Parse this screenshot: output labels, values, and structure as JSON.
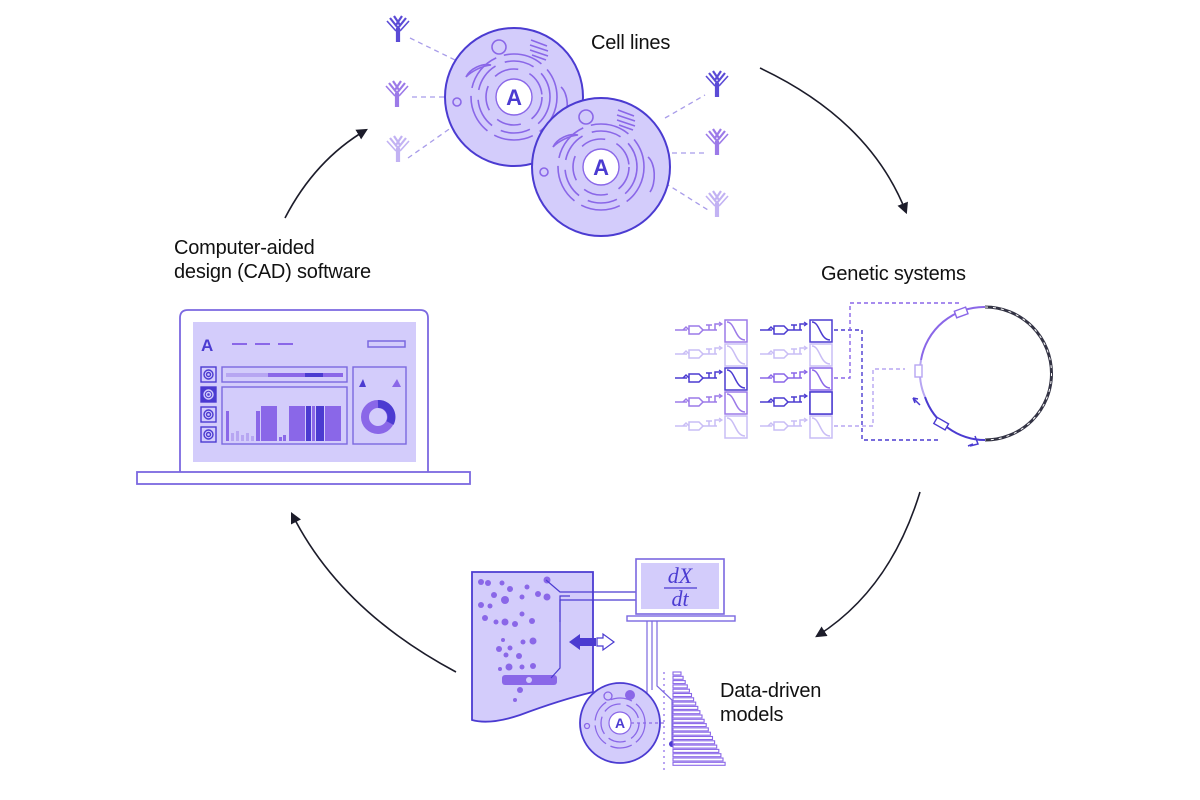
{
  "diagram": {
    "title": "Design-build-test cycle",
    "colors": {
      "primary": "#4b3bd1",
      "mid": "#8a67e8",
      "light": "#b7a6f2",
      "fill": "#d3ccfb",
      "arrow": "#1c1c2a",
      "text": "#111111"
    },
    "stages": [
      {
        "id": "cell-lines",
        "label": "Cell lines",
        "icon": "cell-icon"
      },
      {
        "id": "genetic-systems",
        "label": "Genetic systems",
        "icon": "plasmid-icon"
      },
      {
        "id": "data-driven-models",
        "label_line1": "Data-driven",
        "label_line2": "models",
        "icon": "bioreactor-icon"
      },
      {
        "id": "cad-software",
        "label_line1": "Computer-aided",
        "label_line2": "design (CAD) software",
        "icon": "laptop-icon"
      }
    ],
    "model": {
      "numerator": "dX",
      "denominator": "dt"
    },
    "logo_letter": "A",
    "flow": [
      "cell-lines",
      "genetic-systems",
      "data-driven-models",
      "cad-software",
      "cell-lines"
    ]
  }
}
